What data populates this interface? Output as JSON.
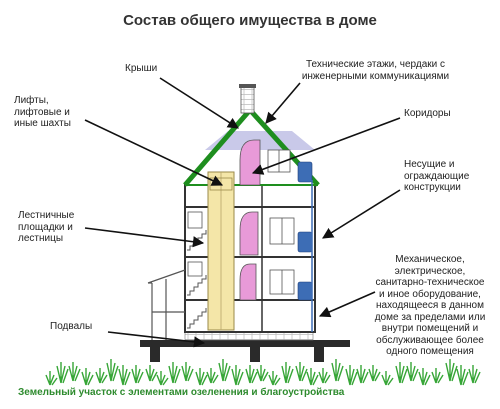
{
  "title": "Состав общего имущества в доме",
  "labels": {
    "roof": "Крыши",
    "tech_floors": "Технические этажи, чердаки с инженерными коммуникациями",
    "lifts": "Лифты, лифтовые и иные шахты",
    "corridors": "Коридоры",
    "bearing": "Несущие и ограждающие конструкции",
    "stairs": "Лестничные площадки и лестницы",
    "equipment": "Механическое, электрическое, санитарно-техническое и иное оборудование, находящееся в данном доме за пределами или внутри помещений и обслуживающее более одного помещения",
    "basements": "Подвалы"
  },
  "footer": "Земельный участок с элементами озеленения и благоустройства",
  "colors": {
    "roof": "#1e8e1e",
    "attic": "#c9c9e9",
    "lift_shaft": "#f4e6a8",
    "doors": "#e89ad8",
    "radiator": "#3d6db5",
    "grass": "#37a637",
    "footer_text": "#2e8b2e"
  }
}
